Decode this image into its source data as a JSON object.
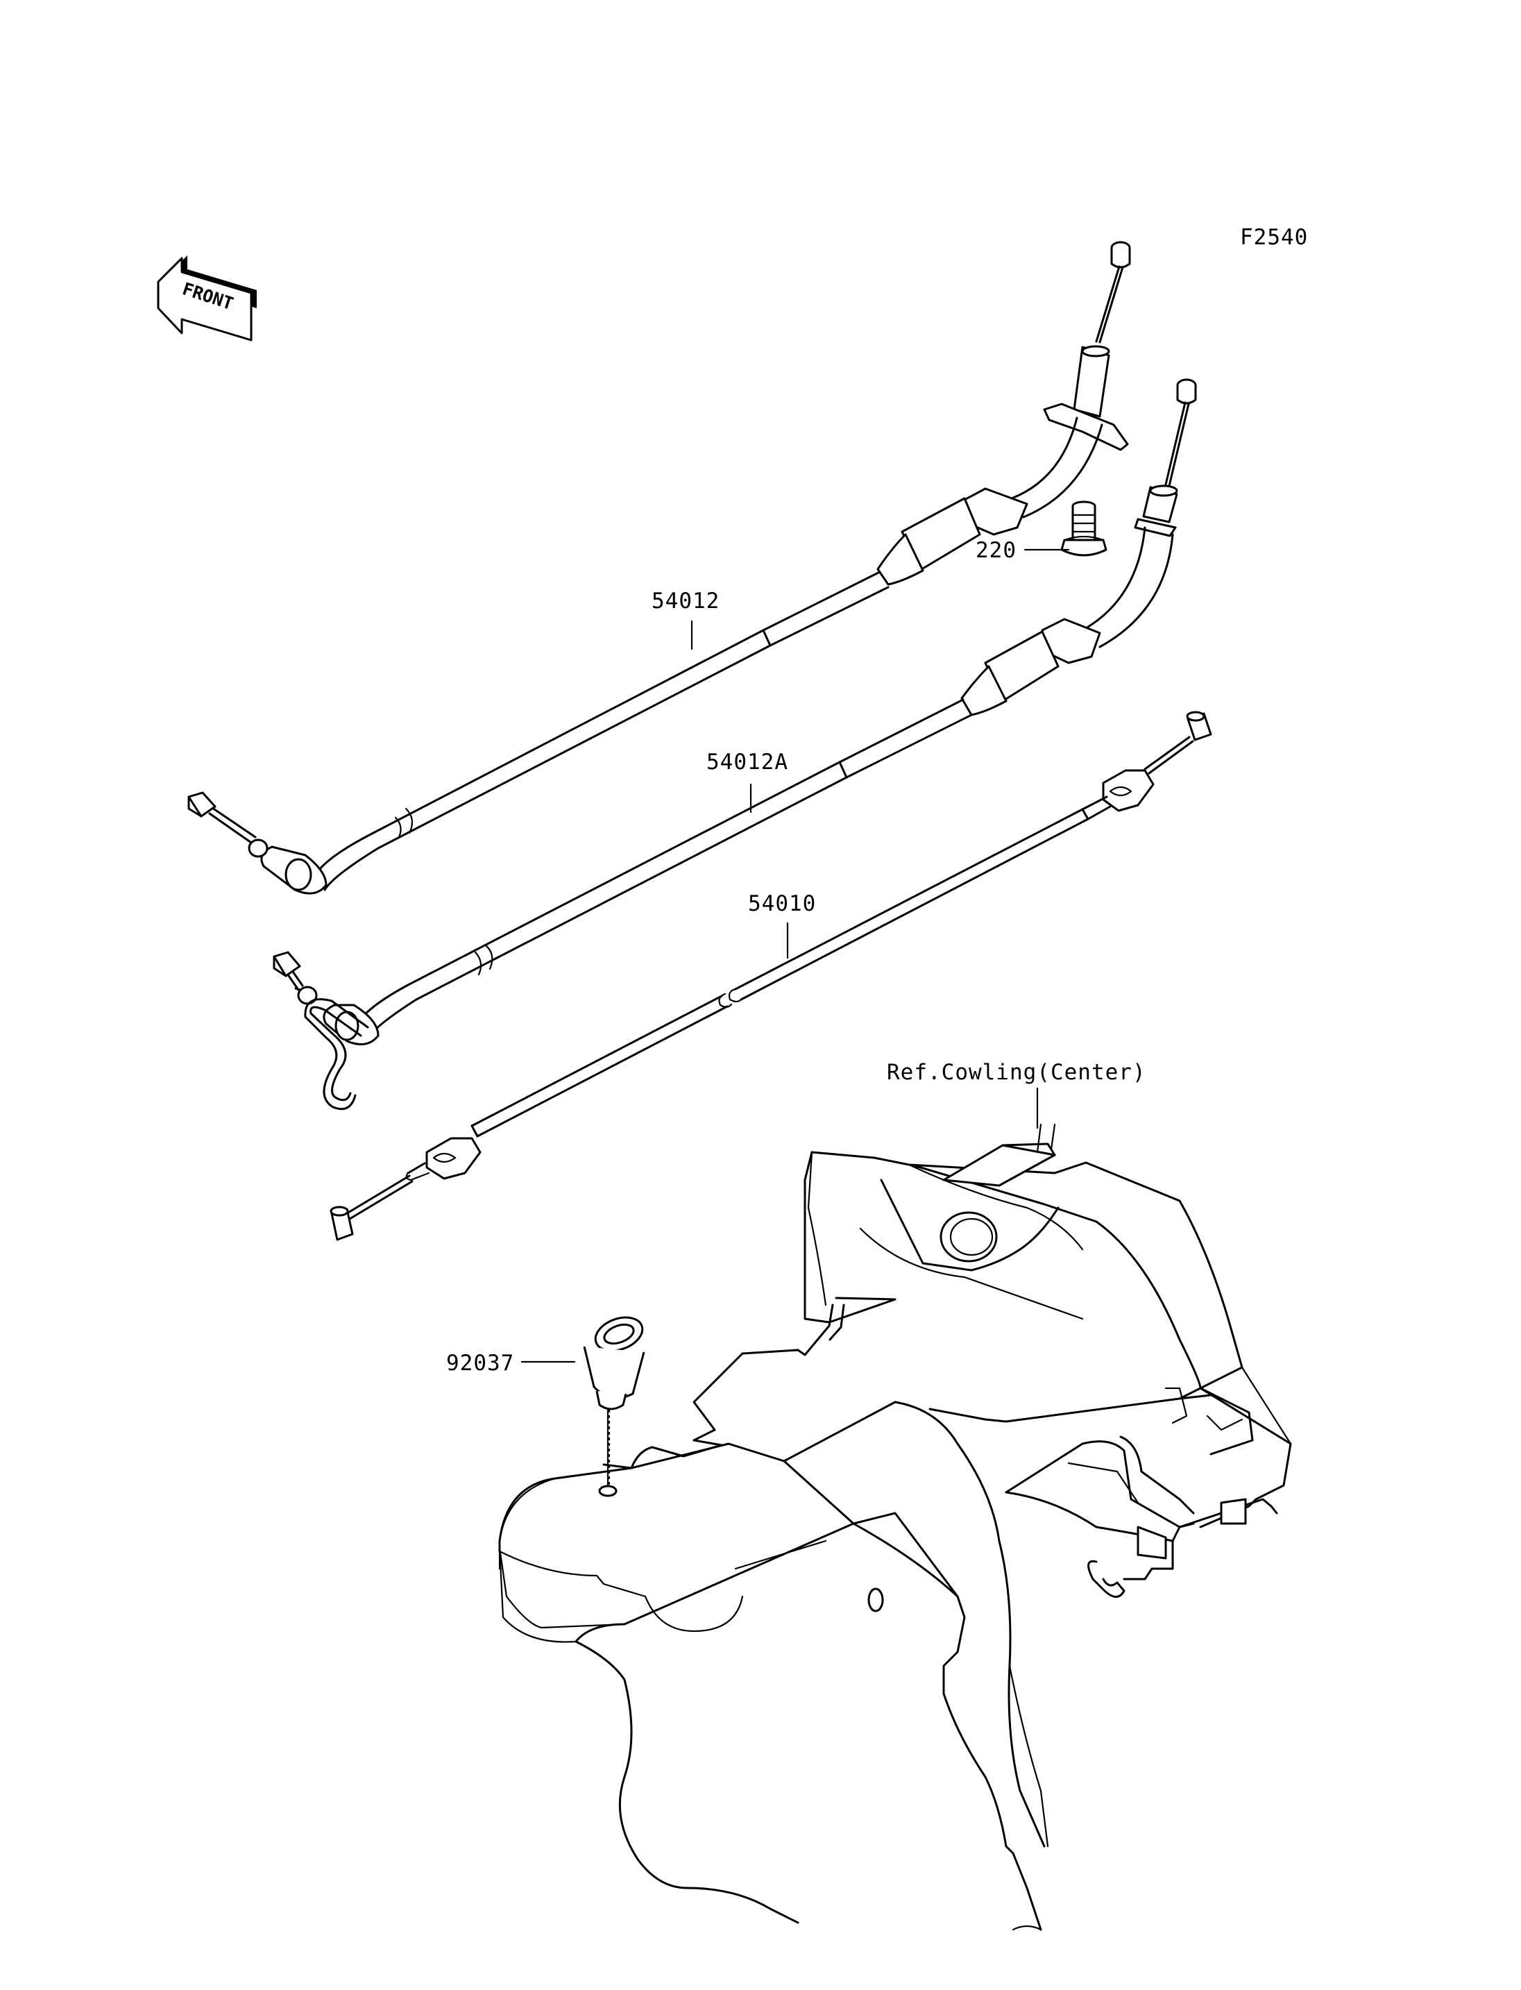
{
  "figure_code": "F2540",
  "front_label": "FRONT",
  "parts": [
    {
      "id": "cable-54012",
      "number": "54012"
    },
    {
      "id": "cable-54012a",
      "number": "54012A"
    },
    {
      "id": "cable-54010",
      "number": "54010"
    },
    {
      "id": "bolt-220",
      "number": "220"
    },
    {
      "id": "grommet-92037",
      "number": "92037"
    }
  ],
  "reference_label": "Ref.Cowling(Center)"
}
